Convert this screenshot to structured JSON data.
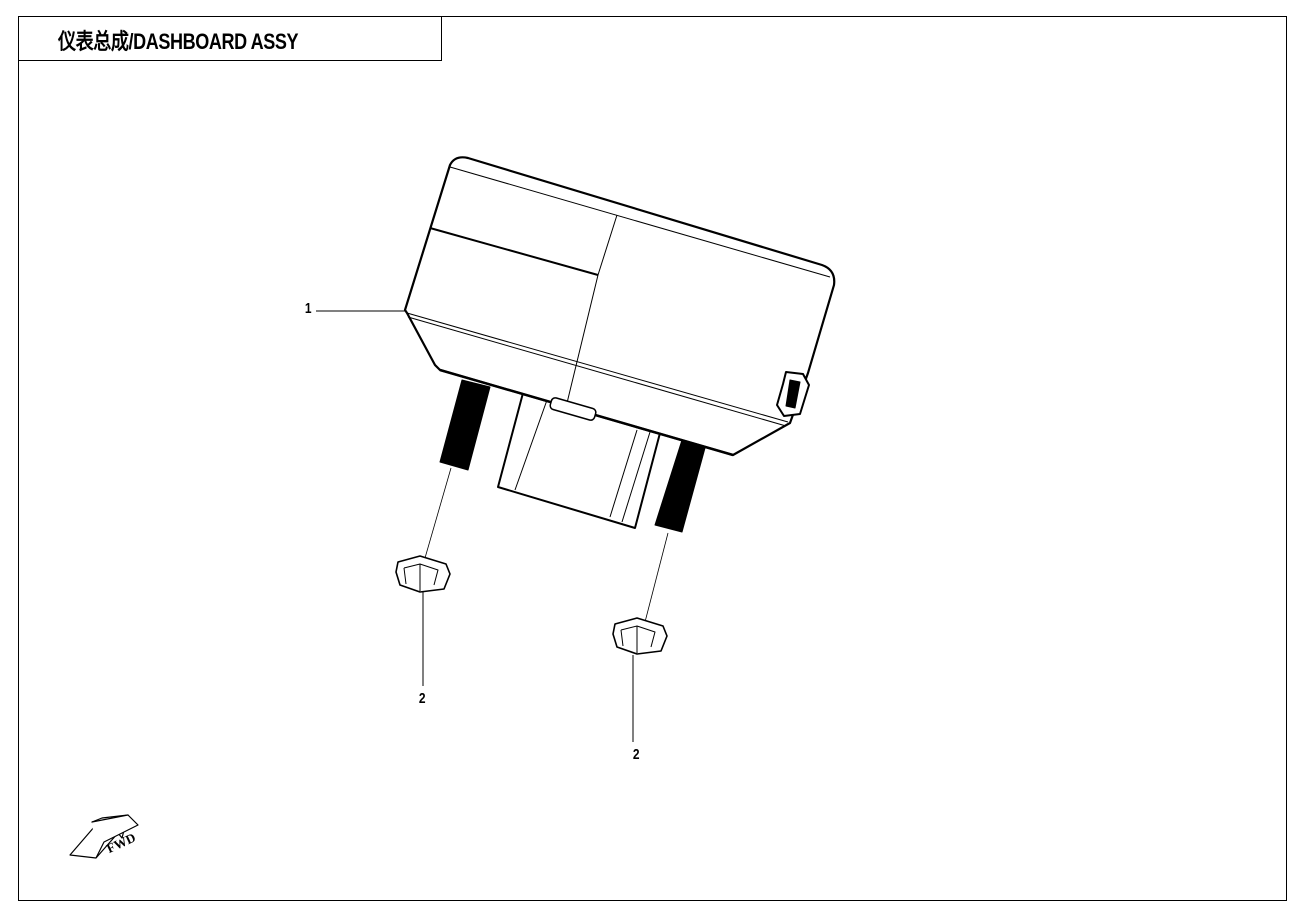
{
  "title": "仪表总成/DASHBOARD ASSY",
  "callouts": [
    {
      "id": "1",
      "part": "dashboard"
    },
    {
      "id": "2",
      "part": "nut-left"
    },
    {
      "id": "2",
      "part": "nut-right"
    }
  ],
  "fwd_label": "FWD"
}
